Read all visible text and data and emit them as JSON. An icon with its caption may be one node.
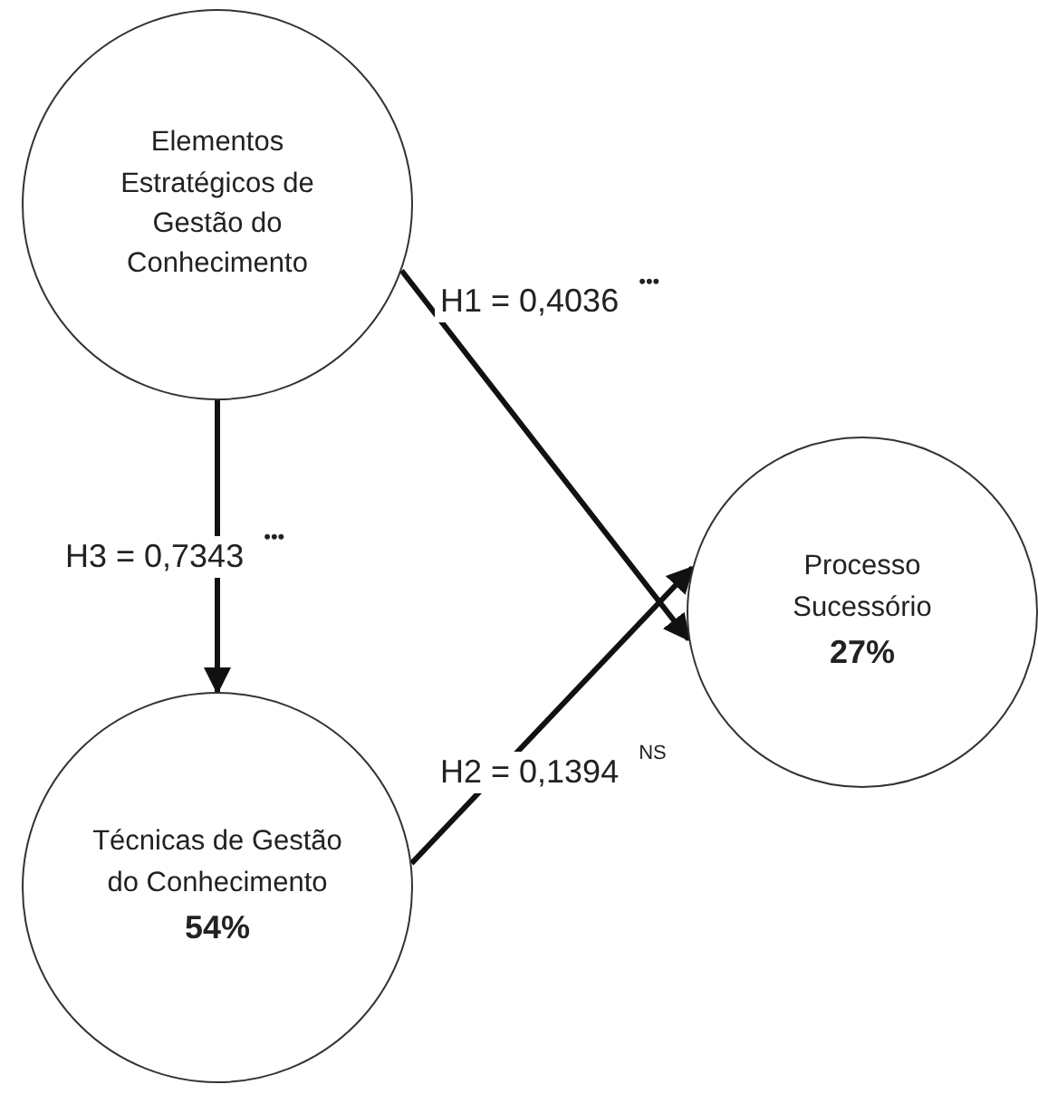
{
  "diagram": {
    "nodes": [
      {
        "text": [
          "Elementos Estratégicos de Gestão do Conhecimento"
        ]
      },
      {
        "text": [
          "Processo Sucessório",
          "27%"
        ]
      },
      {
        "text": [
          "Técnicas de Gestão do Conhecimento",
          "54%"
        ]
      }
    ],
    "edges": [
      {
        "from": 0,
        "to": 1,
        "arrow": "to",
        "label": "H1 = 0,4036 $^{•••}$"
      },
      {
        "from": 0,
        "to": 2,
        "arrow": "to",
        "label": "H3 = 0,7343 $^{•••}$"
      },
      {
        "from": 2,
        "to": 1,
        "arrow": "to",
        "label": "H2 = 0,1394 $^{NS}$"
      }
    ]
  }
}
